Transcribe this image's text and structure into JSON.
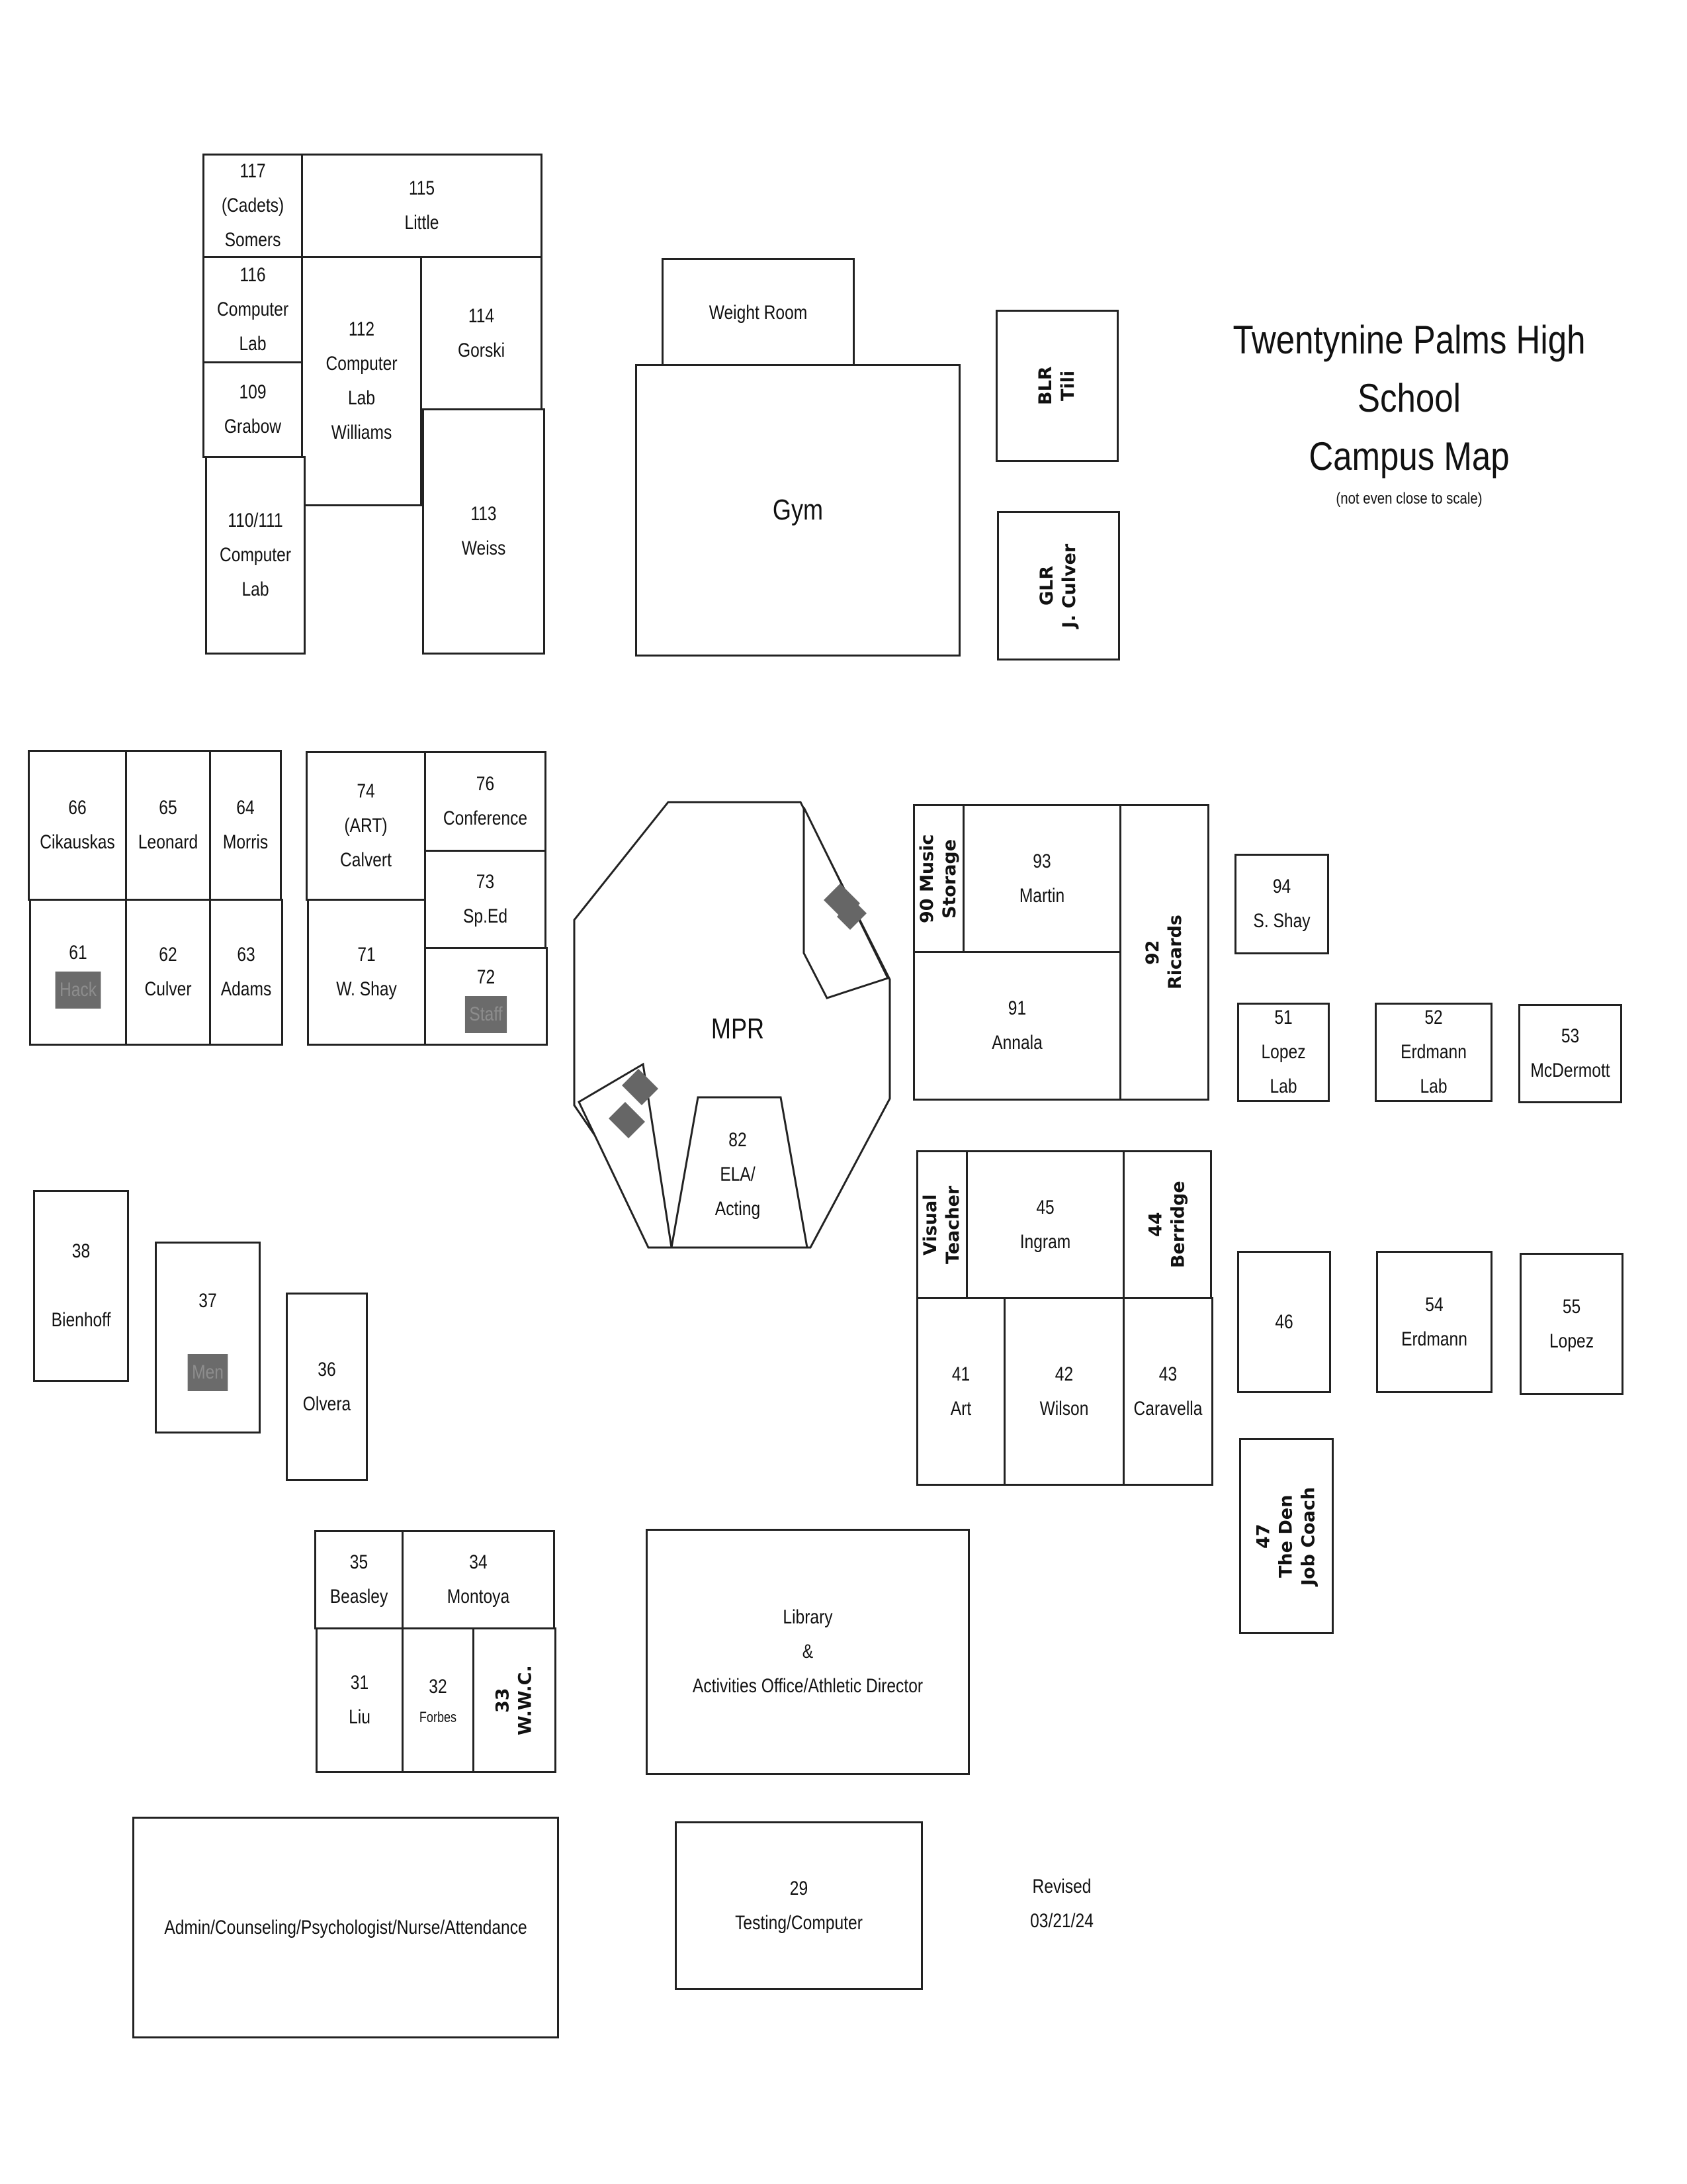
{
  "title": {
    "school": "Twentynine Palms High School",
    "subtitle": "Campus Map",
    "note": "(not even close to scale)"
  },
  "revised": "Revised\n03/21/24",
  "rooms": {
    "r117": "117\n(Cadets)\nSomers",
    "r115": "115\nLittle",
    "r116": "116\nComputer\nLab",
    "r112": "112\nComputer\nLab\nWilliams",
    "r114": "114\nGorski",
    "r109": "109\nGrabow",
    "r110": "110/111\nComputer\nLab",
    "r113": "113\nWeiss",
    "weight": "Weight Room",
    "gym": "Gym",
    "blr": "BLR\nTili",
    "glr": "GLR\nJ. Culver",
    "r66": "66\nCikauskas",
    "r65": "65\nLeonard",
    "r64": "64\nMorris",
    "r61": "61",
    "r61_shade": "Hack",
    "r62": "62\nCulver",
    "r63": "63\nAdams",
    "r74": "74\n(ART)\nCalvert",
    "r76": "76\nConference",
    "r73": "73\nSp.Ed",
    "r71": "71\nW. Shay",
    "r72": "72",
    "r72_shade": "Staff",
    "mpr": "MPR",
    "r82": "82\nELA/\nActing",
    "r90": "90 Music\nStorage",
    "r93": "93\nMartin",
    "r92": "92\nRicards",
    "r91": "91\nAnnala",
    "r94": "94\nS. Shay",
    "r51": "51\nLopez Lab",
    "r52": "52\nErdmann Lab",
    "r53": "53\nMcDermott",
    "visual": "Visual\nTeacher",
    "r45": "45\nIngram",
    "r44": "44\nBerridge",
    "r41": "41\nArt",
    "r42": "42\nWilson",
    "r43": "43\nCaravella",
    "r46": "46",
    "r54": "54\nErdmann",
    "r55": "55\nLopez",
    "r47": "47\nThe Den\nJob Coach",
    "r38": "38\n\nBienhoff",
    "r37": "37",
    "r37_shade": "Men",
    "r36": "36\nOlvera",
    "r35": "35\nBeasley",
    "r34": "34\nMontoya",
    "r31": "31\nLiu",
    "r32": "32",
    "r32_name": "Forbes",
    "r33": "33\nW.W.C.",
    "library": "Library\n&\nActivities Office/Athletic Director",
    "admin": "Admin/Counseling/Psychologist/Nurse/Attendance",
    "r29": "29\nTesting/Computer"
  }
}
